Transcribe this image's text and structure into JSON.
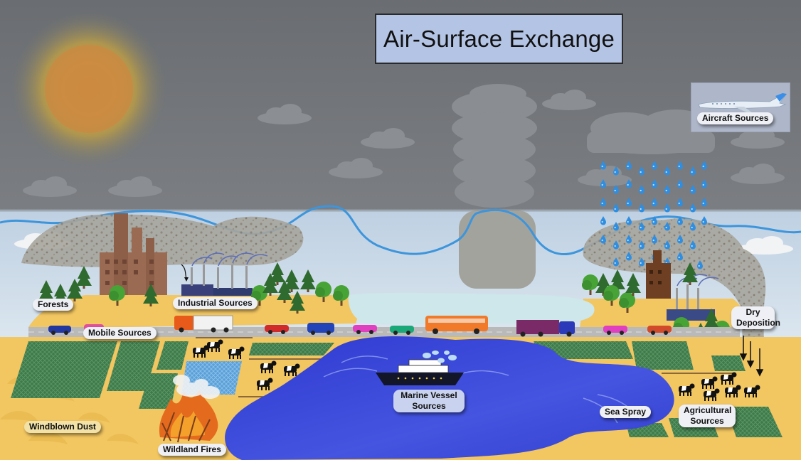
{
  "title": "Air-Surface Exchange",
  "labels": {
    "aircraft": "Aircraft Sources",
    "forests": "Forests",
    "industrial": "Industrial Sources",
    "mobile": "Mobile Sources",
    "dry_deposition_1": "Dry",
    "dry_deposition_2": "Deposition",
    "marine_1": "Marine Vessel",
    "marine_2": "Sources",
    "sea_spray": "Sea Spray",
    "agricultural_1": "Agricultural",
    "agricultural_2": "Sources",
    "windblown_dust": "Windblown Dust",
    "wildland_fires": "Wildland Fires"
  },
  "colors": {
    "sky_upper": "#6e7175",
    "sky_lower": "#c8d8e6",
    "boundary_line": "#3d95dc",
    "land": "#f2c661",
    "water": "#3b46d6",
    "field": "#3f7b48",
    "title_box": "#b4c4e4"
  }
}
